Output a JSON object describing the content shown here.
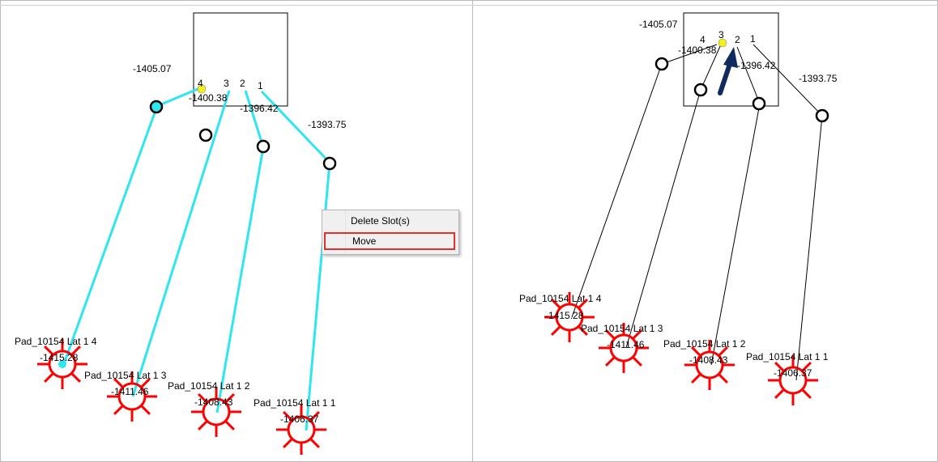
{
  "colors": {
    "wire_selected": "#2ee6f0",
    "wire": "#000000",
    "pad": "#ff0000",
    "highlight": "#e03030",
    "slot_dot": "#f2f21a",
    "arrow": "#0f2a5c"
  },
  "left_panel": {
    "slot_labels": [
      "4",
      "3",
      "2",
      "1"
    ],
    "values": [
      "-1405.07",
      "-1400.38",
      "-1396.42",
      "-1393.75"
    ],
    "pads": [
      {
        "name": "Pad_10154 Lat 1 4",
        "value": "-1415.28"
      },
      {
        "name": "Pad_10154 Lat 1 3",
        "value": "-1411.46"
      },
      {
        "name": "Pad_10154 Lat 1 2",
        "value": "-1408.43"
      },
      {
        "name": "Pad_10154 Lat 1 1",
        "value": "-1406.37"
      }
    ]
  },
  "context_menu": {
    "items": [
      "Delete Slot(s)",
      "Move"
    ],
    "highlighted": "Move"
  },
  "right_panel": {
    "slot_labels": [
      "4",
      "3",
      "2",
      "1"
    ],
    "values": [
      "-1405.07",
      "-1400.38",
      "-1396.42",
      "-1393.75"
    ],
    "pads": [
      {
        "name": "Pad_10154 Lat 1 4",
        "value": "-1415.28"
      },
      {
        "name": "Pad_10154 Lat 1 3",
        "value": "-1411.46"
      },
      {
        "name": "Pad_10154 Lat 1 2",
        "value": "-1408.43"
      },
      {
        "name": "Pad_10154 Lat 1 1",
        "value": "-1406.37"
      }
    ]
  }
}
